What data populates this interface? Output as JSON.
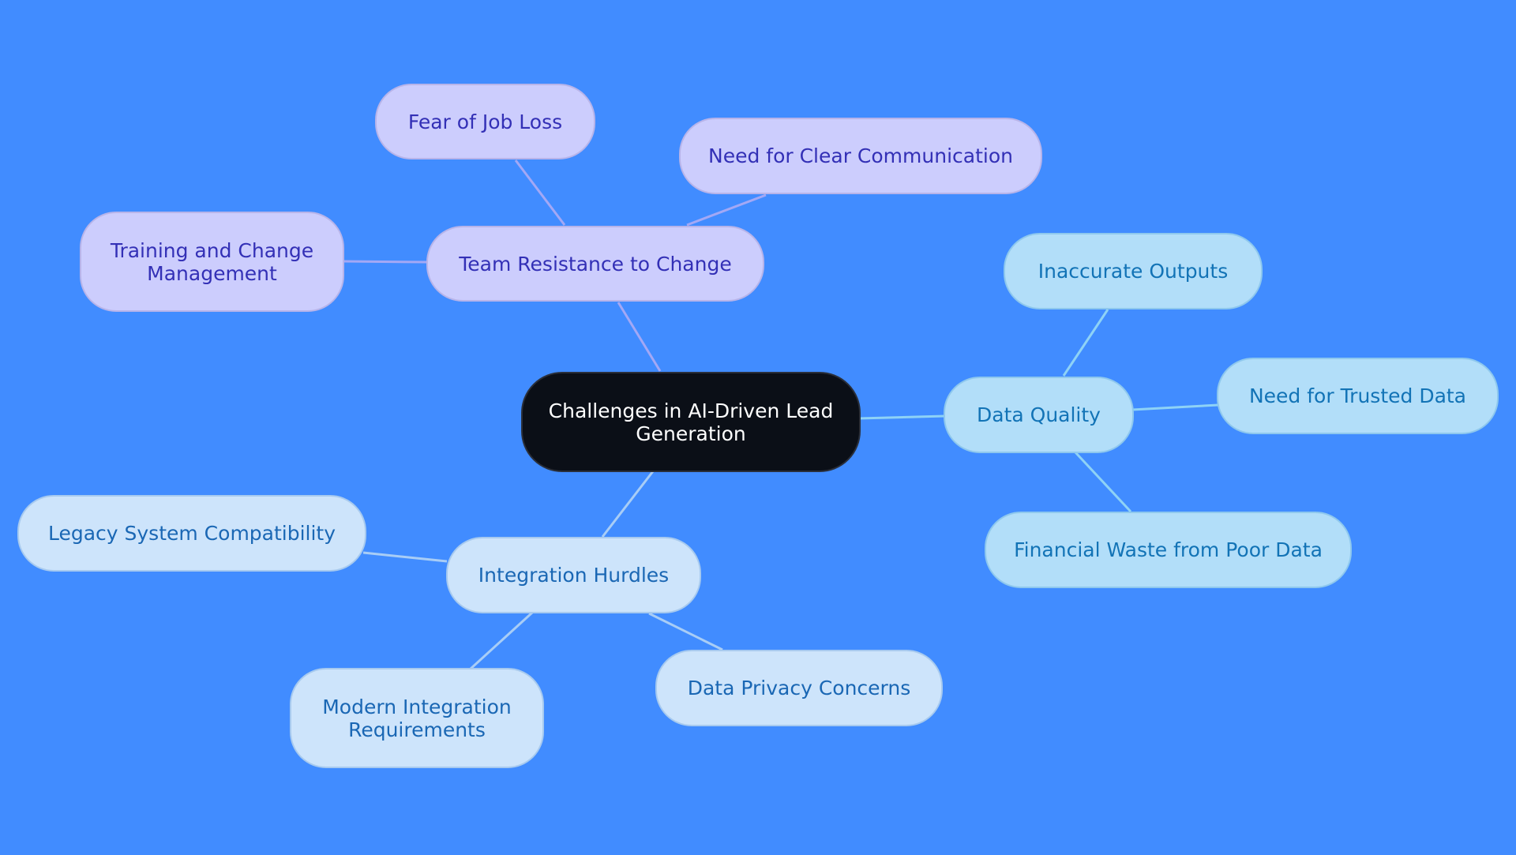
{
  "diagram": {
    "type": "mind-map",
    "colors": {
      "background": "#418cff",
      "central_fill": "#0b0f17",
      "purple_fill": "#cccdfd",
      "purple_text": "#3330b6",
      "sky_fill": "#b2def9",
      "sky_text": "#1273b6",
      "pale_fill": "#cde4fb",
      "pale_text": "#1a67b4"
    },
    "central": {
      "id": "central",
      "lines": [
        "Challenges in AI-Driven Lead",
        "Generation"
      ]
    },
    "branches": [
      {
        "id": "team",
        "lines": [
          "Team Resistance to Change"
        ],
        "children": [
          {
            "id": "fear",
            "lines": [
              "Fear of Job Loss"
            ]
          },
          {
            "id": "comm",
            "lines": [
              "Need for Clear Communication"
            ]
          },
          {
            "id": "training",
            "lines": [
              "Training and Change",
              "Management"
            ]
          }
        ]
      },
      {
        "id": "quality",
        "lines": [
          "Data Quality"
        ],
        "children": [
          {
            "id": "inaccurate",
            "lines": [
              "Inaccurate Outputs"
            ]
          },
          {
            "id": "trusted",
            "lines": [
              "Need for Trusted Data"
            ]
          },
          {
            "id": "waste",
            "lines": [
              "Financial Waste from Poor Data"
            ]
          }
        ]
      },
      {
        "id": "integration",
        "lines": [
          "Integration Hurdles"
        ],
        "children": [
          {
            "id": "legacy",
            "lines": [
              "Legacy System Compatibility"
            ]
          },
          {
            "id": "modern",
            "lines": [
              "Modern Integration",
              "Requirements"
            ]
          },
          {
            "id": "privacy",
            "lines": [
              "Data Privacy Concerns"
            ]
          }
        ]
      }
    ]
  }
}
